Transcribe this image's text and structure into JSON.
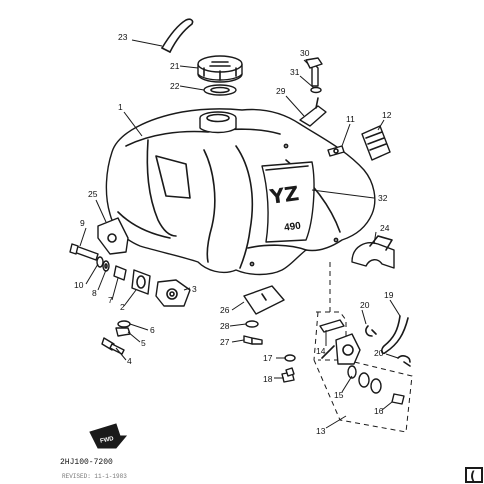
{
  "diagram_code": "2HJ100-7200",
  "footer_faint": "REVISED: 11-1-1983",
  "tank_badge": "YZ",
  "tank_badge_sub": "490",
  "fwd_mark": "FWD",
  "page_corner_mark": "(",
  "callouts": [
    {
      "n": "1"
    },
    {
      "n": "2"
    },
    {
      "n": "3"
    },
    {
      "n": "4"
    },
    {
      "n": "5"
    },
    {
      "n": "6"
    },
    {
      "n": "7"
    },
    {
      "n": "8"
    },
    {
      "n": "9"
    },
    {
      "n": "10"
    },
    {
      "n": "11"
    },
    {
      "n": "12"
    },
    {
      "n": "13"
    },
    {
      "n": "14"
    },
    {
      "n": "15"
    },
    {
      "n": "16"
    },
    {
      "n": "17"
    },
    {
      "n": "18"
    },
    {
      "n": "19"
    },
    {
      "n": "20"
    },
    {
      "n": "20"
    },
    {
      "n": "21"
    },
    {
      "n": "22"
    },
    {
      "n": "23"
    },
    {
      "n": "24"
    },
    {
      "n": "25"
    },
    {
      "n": "26"
    },
    {
      "n": "27"
    },
    {
      "n": "28"
    },
    {
      "n": "29"
    },
    {
      "n": "30"
    },
    {
      "n": "31"
    },
    {
      "n": "32"
    }
  ]
}
